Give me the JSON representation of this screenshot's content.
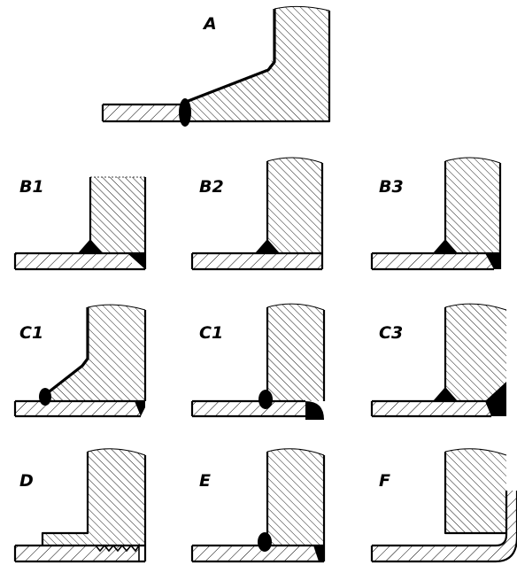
{
  "figures": [
    {
      "id": "A",
      "label": "A"
    },
    {
      "id": "B1",
      "label": "B1"
    },
    {
      "id": "B2",
      "label": "B2"
    },
    {
      "id": "B3",
      "label": "B3"
    },
    {
      "id": "C1a",
      "label": "C1"
    },
    {
      "id": "C1b",
      "label": "C1"
    },
    {
      "id": "C3",
      "label": "C3"
    },
    {
      "id": "D",
      "label": "D"
    },
    {
      "id": "E",
      "label": "E"
    },
    {
      "id": "F",
      "label": "F"
    }
  ]
}
